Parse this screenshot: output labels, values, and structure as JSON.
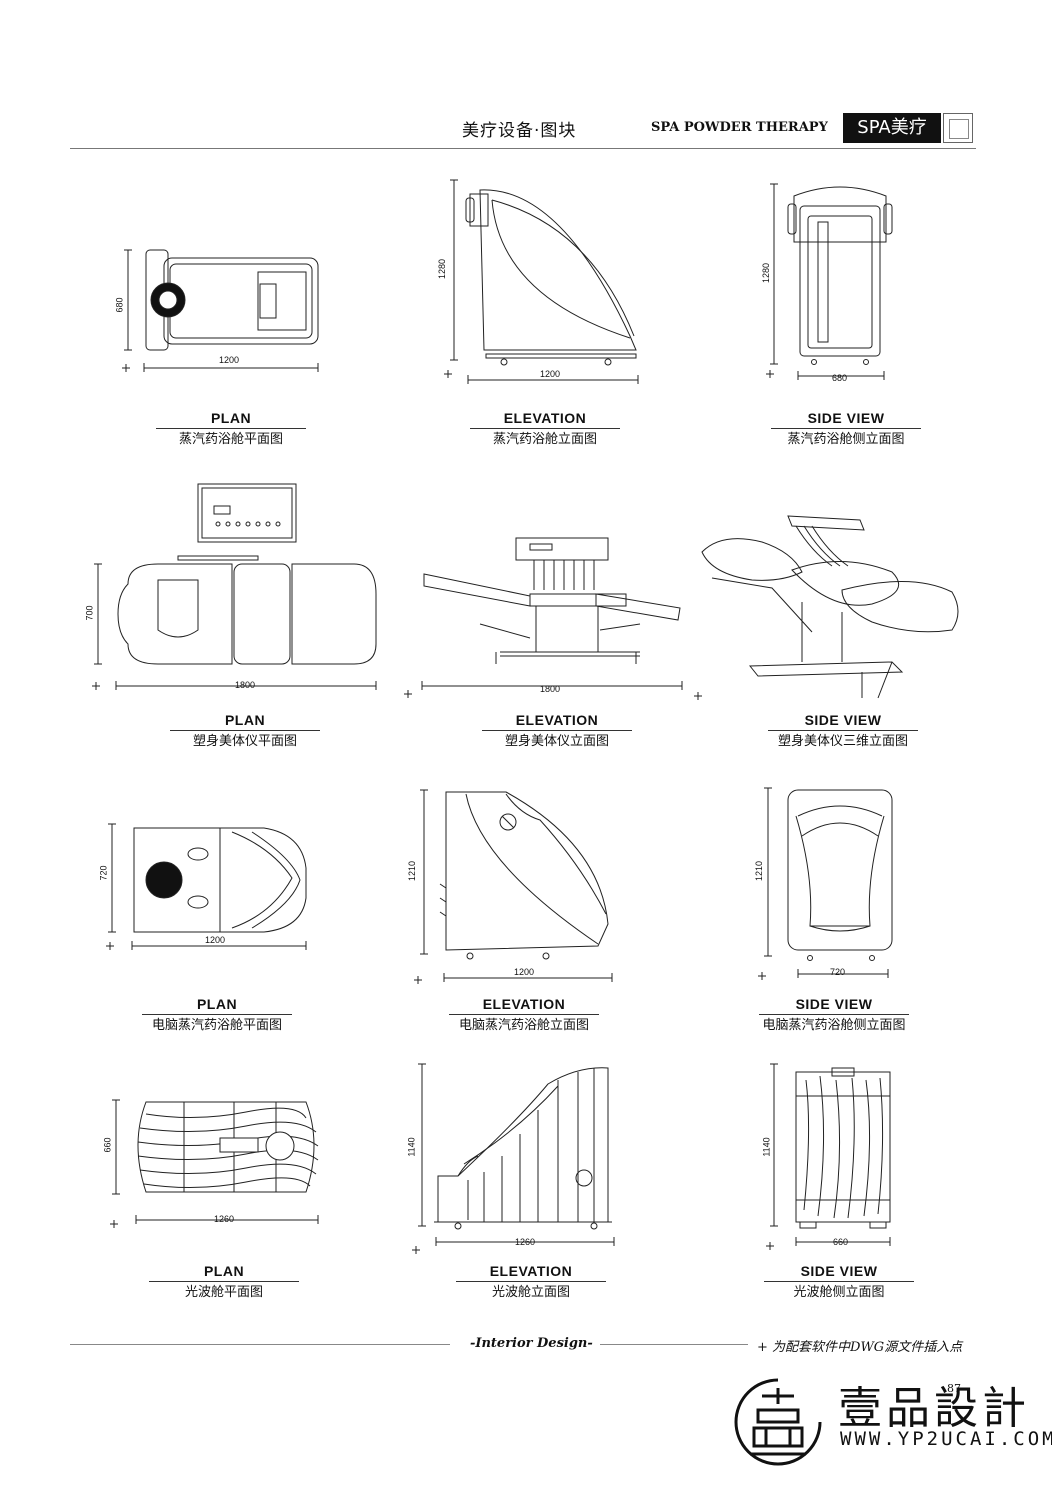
{
  "header": {
    "title_cn": "美疗设备·图块",
    "title_en": "SPA POWDER THERAPY",
    "badge": "SPA美疗"
  },
  "rows": [
    {
      "items": [
        {
          "label_en": "PLAN",
          "label_cn": "蒸汽药浴舱平面图",
          "dims": [
            "1200",
            "680"
          ]
        },
        {
          "label_en": "ELEVATION",
          "label_cn": "蒸汽药浴舱立面图",
          "dims": [
            "1200",
            "1280"
          ]
        },
        {
          "label_en": "SIDE VIEW",
          "label_cn": "蒸汽药浴舱侧立面图",
          "dims": [
            "680",
            "1280"
          ]
        }
      ]
    },
    {
      "items": [
        {
          "label_en": "PLAN",
          "label_cn": "塑身美体仪平面图",
          "dims": [
            "1800",
            "700"
          ]
        },
        {
          "label_en": "ELEVATION",
          "label_cn": "塑身美体仪立面图",
          "dims": [
            "1800"
          ]
        },
        {
          "label_en": "SIDE VIEW",
          "label_cn": "塑身美体仪三维立面图",
          "dims": []
        }
      ]
    },
    {
      "items": [
        {
          "label_en": "PLAN",
          "label_cn": "电脑蒸汽药浴舱平面图",
          "dims": [
            "1200",
            "720"
          ]
        },
        {
          "label_en": "ELEVATION",
          "label_cn": "电脑蒸汽药浴舱立面图",
          "dims": [
            "1200",
            "1210"
          ]
        },
        {
          "label_en": "SIDE VIEW",
          "label_cn": "电脑蒸汽药浴舱侧立面图",
          "dims": [
            "720",
            "1210"
          ]
        }
      ]
    },
    {
      "items": [
        {
          "label_en": "PLAN",
          "label_cn": "光波舱平面图",
          "dims": [
            "1260",
            "660"
          ]
        },
        {
          "label_en": "ELEVATION",
          "label_cn": "光波舱立面图",
          "dims": [
            "1260",
            "1140"
          ]
        },
        {
          "label_en": "SIDE VIEW",
          "label_cn": "光波舱侧立面图",
          "dims": [
            "660",
            "1140"
          ]
        }
      ]
    }
  ],
  "footer": {
    "center": "-Interior Design-",
    "note": "+ 为配套软件中DWG源文件插入点",
    "page_number": "87"
  },
  "brand": {
    "name_cn": "壹品設計",
    "url": "WWW.YP2UCAI.COM"
  }
}
